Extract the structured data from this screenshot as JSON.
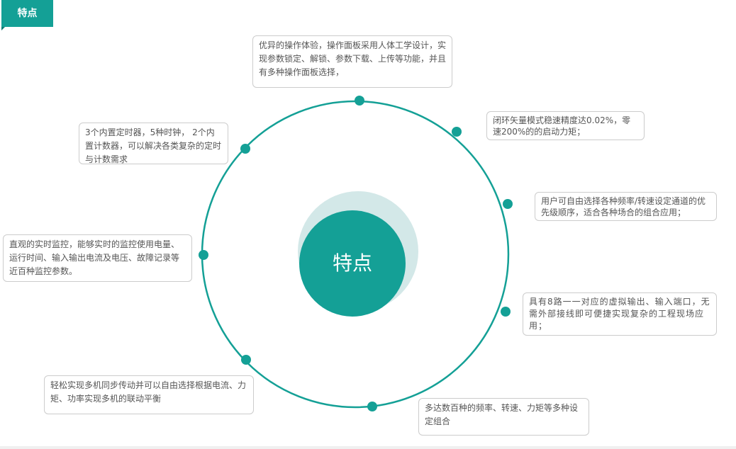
{
  "header": {
    "tab_label": "特点"
  },
  "center": {
    "label": "特点"
  },
  "colors": {
    "accent": "#14a096",
    "halo": "#cfe6e6"
  },
  "features": [
    "优异的操作体验，操作面板采用人体工学设计，实现参数锁定、解锁、参数下载、上传等功能，并且有多种操作面板选择，",
    "闭环矢量模式稳速精度达0.02%，零速200%的的启动力矩；",
    "用户可自由选择各种频率/转速设定通道的优先级顺序，适合各种场合的组合应用；",
    "具有8路一一对应的虚拟输出、输入端口，无需外部接线即可便捷实现复杂的工程现场应用；",
    "多达数百种的频率、转速、力矩等多种设定组合",
    "轻松实现多机同步传动并可以自由选择根据电流、力矩、功率实现多机的联动平衡",
    "直观的实时监控，能够实时的监控使用电量、运行时间、输入输出电流及电压、故障记录等近百种监控参数。",
    "3个内置定时器，5种时钟， 2个内置计数器，可以解决各类复杂的定时与计数需求"
  ]
}
